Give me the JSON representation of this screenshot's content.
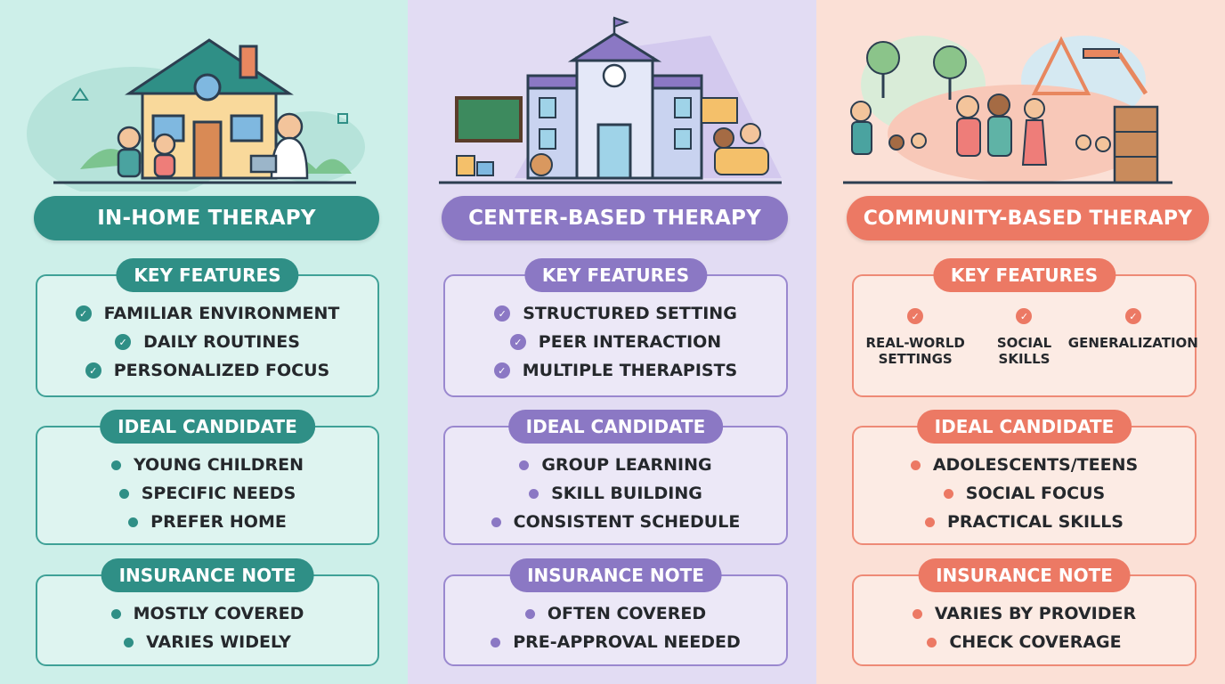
{
  "columns": [
    {
      "title": "IN-HOME THERAPY",
      "key_features_label": "KEY FEATURES",
      "key_features": [
        "FAMILIAR ENVIRONMENT",
        "DAILY ROUTINES",
        "PERSONALIZED FOCUS"
      ],
      "ideal_candidate_label": "IDEAL CANDIDATE",
      "ideal_candidate": [
        "YOUNG CHILDREN",
        "SPECIFIC NEEDS",
        "PREFER HOME"
      ],
      "insurance_label": "INSURANCE NOTE",
      "insurance": [
        "MOSTLY COVERED",
        "VARIES WIDELY"
      ],
      "accent": "#2f8f86"
    },
    {
      "title": "CENTER-BASED THERAPY",
      "key_features_label": "KEY FEATURES",
      "key_features": [
        "STRUCTURED SETTING",
        "PEER INTERACTION",
        "MULTIPLE THERAPISTS"
      ],
      "ideal_candidate_label": "IDEAL CANDIDATE",
      "ideal_candidate": [
        "GROUP LEARNING",
        "SKILL BUILDING",
        "CONSISTENT SCHEDULE"
      ],
      "insurance_label": "INSURANCE NOTE",
      "insurance": [
        "OFTEN COVERED",
        "PRE-APPROVAL NEEDED"
      ],
      "accent": "#8b78c4"
    },
    {
      "title": "COMMUNITY-BASED THERAPY",
      "key_features_label": "KEY FEATURES",
      "key_features": [
        "REAL-WORLD\nSETTINGS",
        "SOCIAL\nSKILLS",
        "GENERALIZATION"
      ],
      "ideal_candidate_label": "IDEAL CANDIDATE",
      "ideal_candidate": [
        "ADOLESCENTS/TEENS",
        "SOCIAL FOCUS",
        "PRACTICAL SKILLS"
      ],
      "insurance_label": "INSURANCE NOTE",
      "insurance": [
        "VARIES BY PROVIDER",
        "CHECK COVERAGE"
      ],
      "accent": "#ec7964"
    }
  ],
  "illustrations": [
    "house-with-family-icon",
    "school-building-icon",
    "community-park-icon"
  ]
}
